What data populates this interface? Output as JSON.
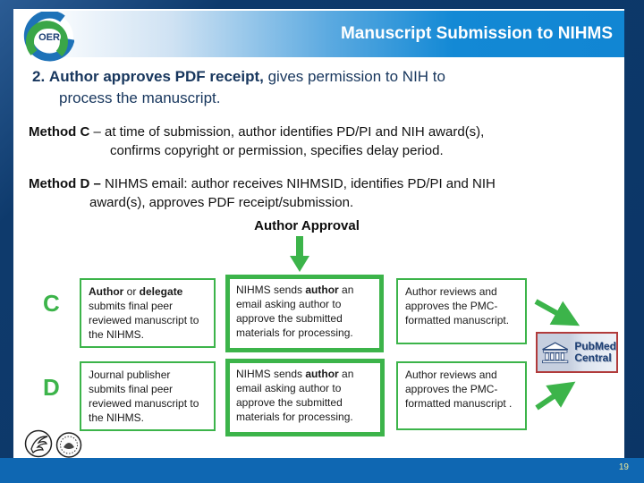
{
  "header": {
    "title": "Manuscript Submission to NIHMS",
    "logo": "OER"
  },
  "heading": {
    "number": "2.",
    "bold": "Author approves PDF receipt,",
    "line1_rest": " gives permission to NIH to",
    "line2": "process the manuscript."
  },
  "methods": [
    {
      "label": "Method C",
      "line1_rest": " – at time of submission, author identifies PD/PI and NIH award(s),",
      "line2": "confirms copyright or permission, specifies delay period."
    },
    {
      "label": "Method D –",
      "line1_rest": " NIHMS email: author receives NIHMSID, identifies PD/PI and NIH",
      "line2": "award(s), approves PDF receipt/submission."
    }
  ],
  "flow": {
    "caption": "Author Approval",
    "rows": [
      {
        "letter": "C",
        "boxes": [
          {
            "segments": [
              {
                "t": "Author",
                "b": true
              },
              {
                "t": " or ",
                "b": false
              },
              {
                "t": "delegate",
                "b": true
              },
              {
                "t": " submits final peer reviewed manuscript to the NIHMS.",
                "b": false
              }
            ]
          },
          {
            "segments": [
              {
                "t": "NIHMS sends ",
                "b": false
              },
              {
                "t": "author",
                "b": true
              },
              {
                "t": " an email asking author to approve the submitted materials for processing.",
                "b": false
              }
            ]
          },
          {
            "segments": [
              {
                "t": "Author reviews and approves the PMC-formatted manuscript.",
                "b": false
              }
            ]
          }
        ]
      },
      {
        "letter": "D",
        "boxes": [
          {
            "segments": [
              {
                "t": "Journal publisher submits final peer reviewed manuscript to the NIHMS.",
                "b": false
              }
            ]
          },
          {
            "segments": [
              {
                "t": "NIHMS sends ",
                "b": false
              },
              {
                "t": "author",
                "b": true
              },
              {
                "t": " an email asking author to approve the submitted materials for processing.",
                "b": false
              }
            ]
          },
          {
            "segments": [
              {
                "t": "Author reviews and approves the PMC-formatted manuscript .",
                "b": false
              }
            ]
          }
        ]
      }
    ]
  },
  "pmc": {
    "line1": "PubMed",
    "line2": "Central"
  },
  "footer": {
    "page_number": "19"
  },
  "colors": {
    "frame_navy": "#0d3a6e",
    "header_blue": "#1389d5",
    "footer_blue": "#0f67b2",
    "heading_blue": "#17365d",
    "accent_green": "#3cb44a",
    "pmc_border_red": "#b13b3b",
    "pmc_text_navy": "#1c3e73",
    "page_number_yellow": "#e9e79a"
  }
}
